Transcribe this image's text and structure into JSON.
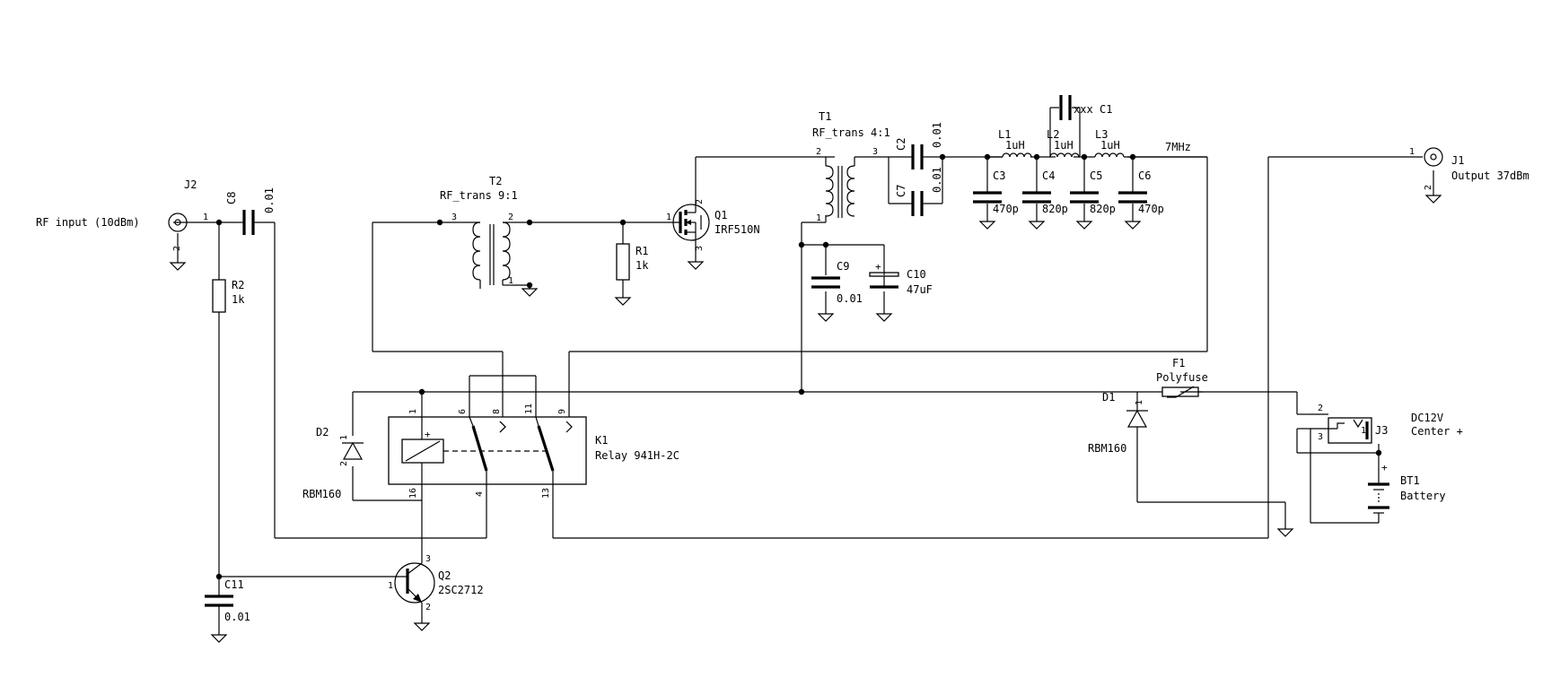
{
  "labels": {
    "rf_input": "RF input (10dBm)",
    "output": "Output 37dBm",
    "dc_label_1": "DC12V",
    "dc_label_2": "Center +",
    "freq": "7MHz"
  },
  "components": {
    "j2": {
      "ref": "J2"
    },
    "c8": {
      "ref": "C8",
      "value": "0.01"
    },
    "r2": {
      "ref": "R2",
      "value": "1k"
    },
    "c11": {
      "ref": "C11",
      "value": "0.01"
    },
    "q2": {
      "ref": "Q2",
      "value": "2SC2712"
    },
    "d2": {
      "ref": "D2",
      "value": "RBM160"
    },
    "t2": {
      "ref": "T2",
      "value": "RF_trans 9:1"
    },
    "r1": {
      "ref": "R1",
      "value": "1k"
    },
    "q1": {
      "ref": "Q1",
      "value": "IRF510N"
    },
    "t1": {
      "ref": "T1",
      "value": "RF_trans 4:1"
    },
    "c9": {
      "ref": "C9",
      "value": "0.01"
    },
    "c10": {
      "ref": "C10",
      "value": "47uF"
    },
    "c2": {
      "ref": "C2",
      "value": "0.01"
    },
    "c7": {
      "ref": "C7",
      "value": "0.01"
    },
    "c1": {
      "ref": "C1",
      "value": "xxx"
    },
    "l1": {
      "ref": "L1",
      "value": "1uH"
    },
    "l2": {
      "ref": "L2",
      "value": "1uH"
    },
    "l3": {
      "ref": "L3",
      "value": "1uH"
    },
    "c3": {
      "ref": "C3",
      "value": "470p"
    },
    "c4": {
      "ref": "C4",
      "value": "820p"
    },
    "c5": {
      "ref": "C5",
      "value": "820p"
    },
    "c6": {
      "ref": "C6",
      "value": "470p"
    },
    "k1": {
      "ref": "K1",
      "value": "Relay 941H-2C"
    },
    "f1": {
      "ref": "F1",
      "value": "Polyfuse"
    },
    "d1": {
      "ref": "D1",
      "value": "RBM160"
    },
    "j1": {
      "ref": "J1"
    },
    "j3": {
      "ref": "J3"
    },
    "bt1": {
      "ref": "BT1",
      "value": "Battery"
    }
  },
  "pins": {
    "p1": "1",
    "p2": "2",
    "p3": "3",
    "p4": "4",
    "p6": "6",
    "p8": "8",
    "p9": "9",
    "p11": "11",
    "p13": "13",
    "p16": "16",
    "plus": "+"
  }
}
